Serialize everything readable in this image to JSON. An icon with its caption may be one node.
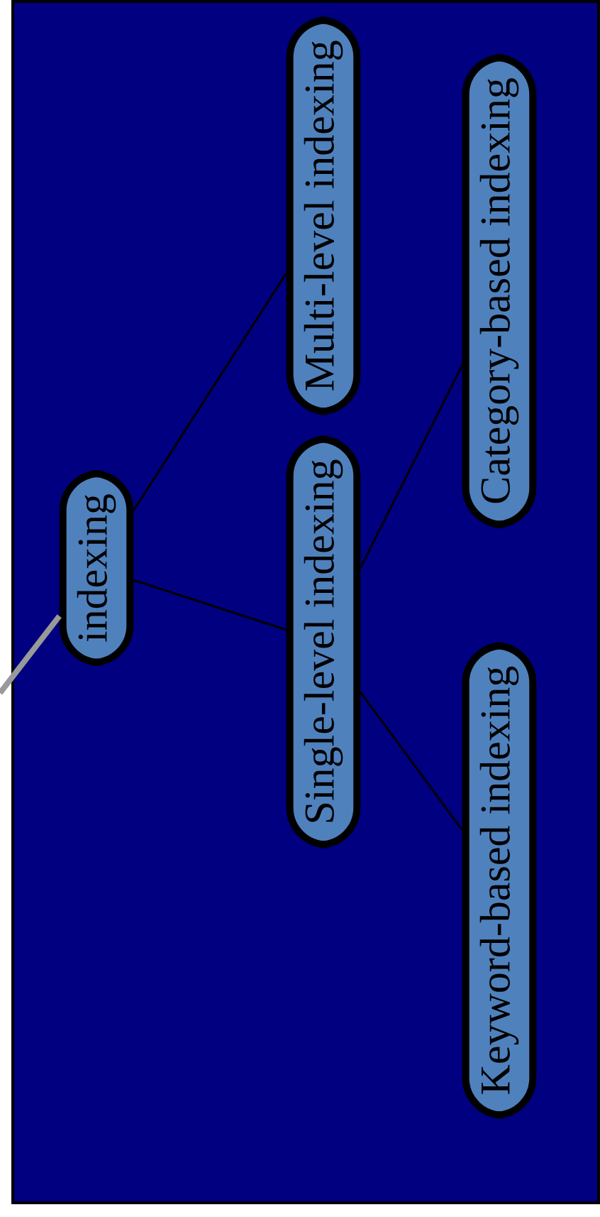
{
  "diagram": {
    "nodes": [
      {
        "text": [
          "indexing"
        ]
      },
      {
        "text": [
          "Multi-level indexing"
        ]
      },
      {
        "text": [
          "Single-level indexing"
        ]
      },
      {
        "text": [
          "Category-based indexing"
        ]
      },
      {
        "text": [
          "Keyword-based indexing"
        ]
      }
    ],
    "edges": [
      {
        "from": 0,
        "to": 1,
        "arrow": "none"
      },
      {
        "from": 0,
        "to": 2,
        "arrow": "none"
      },
      {
        "from": 2,
        "to": 3,
        "arrow": "none"
      },
      {
        "from": 2,
        "to": 4,
        "arrow": "none"
      },
      {
        "from": null,
        "to": 0,
        "arrow": "none",
        "style": "thick",
        "color": "#999999"
      }
    ]
  }
}
